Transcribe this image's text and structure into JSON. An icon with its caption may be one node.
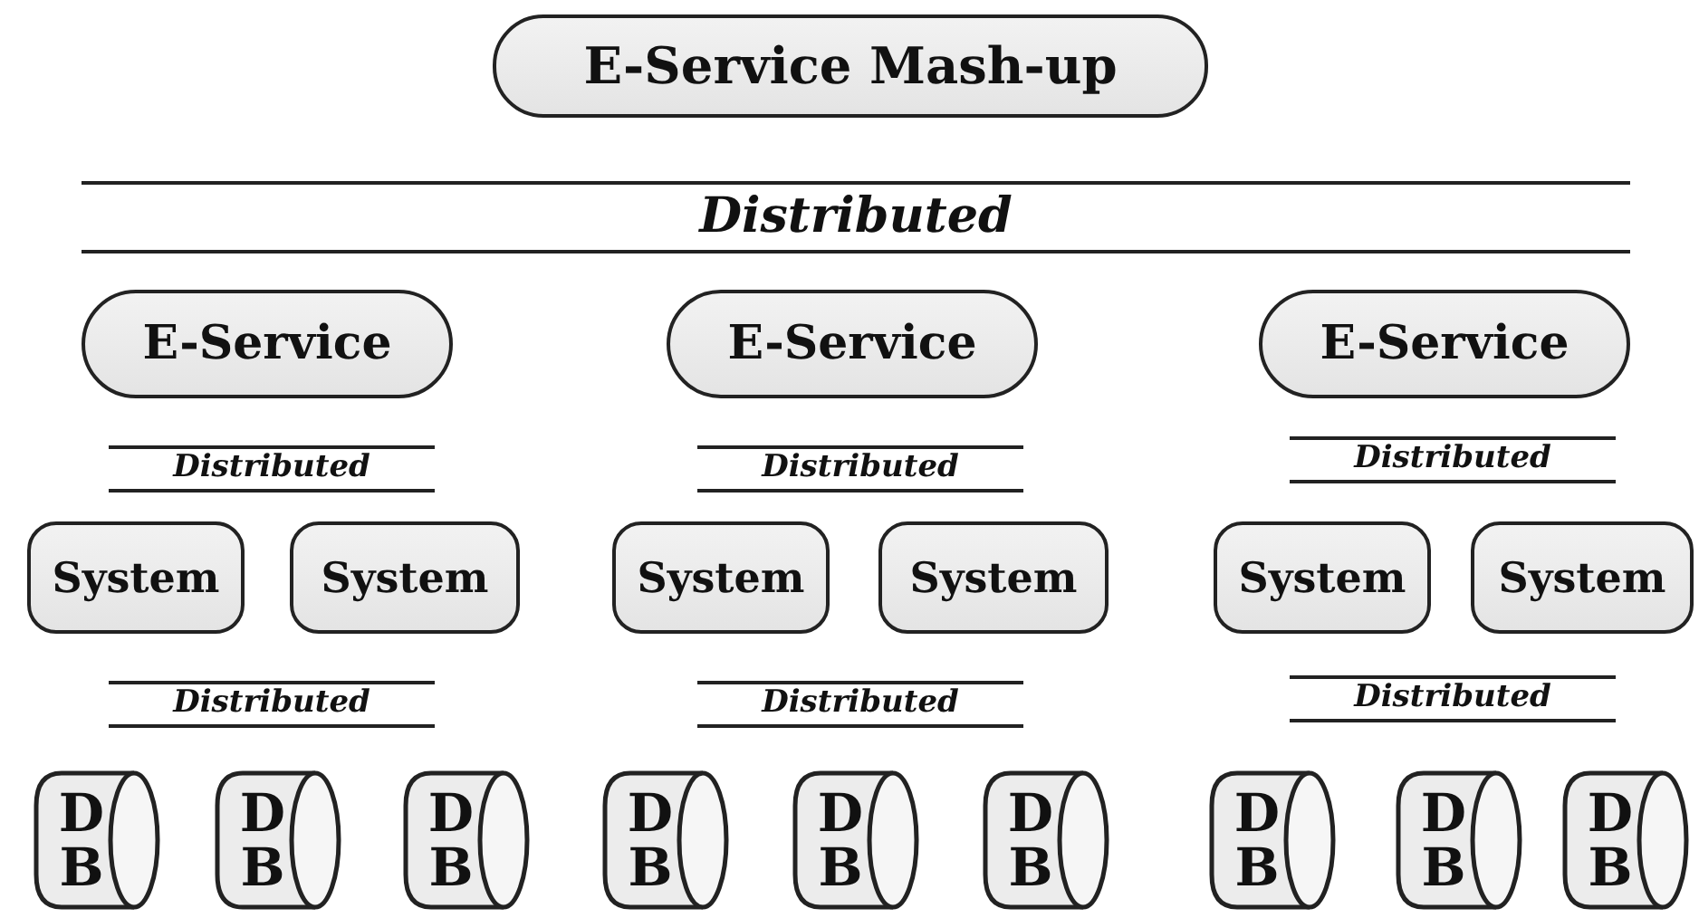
{
  "diagram": {
    "nodes": [
      {
        "text": [
          "E-Service Mash-up"
        ]
      },
      {
        "text": [
          "E-Service"
        ]
      },
      {
        "text": [
          "E-Service"
        ]
      },
      {
        "text": [
          "E-Service"
        ]
      },
      {
        "text": [
          "System"
        ]
      },
      {
        "text": [
          "System"
        ]
      },
      {
        "text": [
          "System"
        ]
      },
      {
        "text": [
          "System"
        ]
      },
      {
        "text": [
          "System"
        ]
      },
      {
        "text": [
          "System"
        ]
      },
      {
        "text": [
          "D B"
        ]
      },
      {
        "text": [
          "D B"
        ]
      },
      {
        "text": [
          "D B"
        ]
      },
      {
        "text": [
          "D B"
        ]
      },
      {
        "text": [
          "D B"
        ]
      },
      {
        "text": [
          "D B"
        ]
      },
      {
        "text": [
          "D B"
        ]
      },
      {
        "text": [
          "D B"
        ]
      },
      {
        "text": [
          "D B"
        ]
      }
    ],
    "edges": [],
    "labels": [
      "Distributed",
      "Distributed",
      "Distributed",
      "Distributed",
      "Distributed",
      "Distributed",
      "Distributed"
    ]
  }
}
